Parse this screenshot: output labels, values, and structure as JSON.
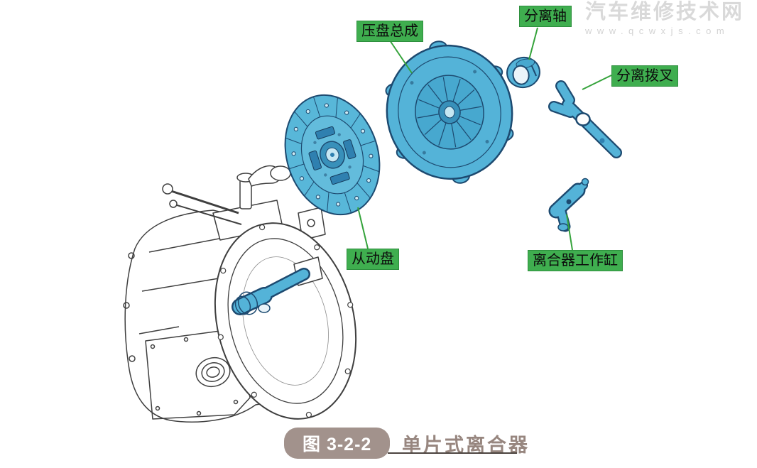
{
  "watermark": {
    "line1": "汽车维修技术网",
    "line2": "www.qcwxjs.com"
  },
  "labels": {
    "pressure_plate": "压盘总成",
    "release_shaft": "分离轴",
    "release_fork": "分离拨叉",
    "driven_disc": "从动盘",
    "slave_cylinder": "离合器工作缸"
  },
  "caption": {
    "figure_number": "图 3-2-2",
    "title": "单片式离合器"
  },
  "colors": {
    "label_bg": "#3fae4f",
    "label_border": "#2e8f3e",
    "leader_green": "#35a33b",
    "part_blue": "#54b3d8",
    "part_blue_dark": "#2f80b0",
    "outline_navy": "#1d4a70",
    "caption_bg": "#a2928c",
    "caption_text": "#97867f",
    "underline": "#4c443f",
    "watermark": "#d9d9d9"
  }
}
